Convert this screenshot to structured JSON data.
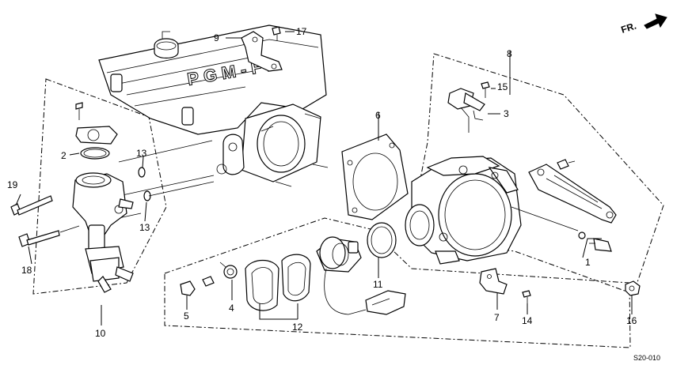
{
  "direction_label": "FR.",
  "diagram_code": "S20-010",
  "manifold_lettering": "PGM-FI",
  "part_numbers": [
    "1",
    "2",
    "3",
    "4",
    "5",
    "6",
    "7",
    "8",
    "9",
    "10",
    "11",
    "12",
    "13",
    "13",
    "14",
    "15",
    "16",
    "17",
    "18",
    "19"
  ]
}
